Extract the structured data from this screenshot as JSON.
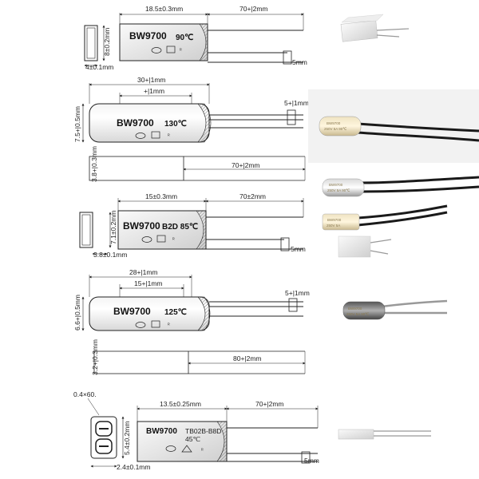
{
  "diagrams": [
    {
      "model": "BW9700",
      "temp": "90℃",
      "dims": {
        "body_len": "18.5±0.3mm",
        "lead_len": "70+|2mm",
        "height": "8±0.2mm",
        "thickness": "4±0.1mm",
        "lead_w": "5mm"
      }
    },
    {
      "model": "BW9700",
      "temp": "130℃",
      "dims": {
        "total_len": "30+|1mm",
        "inner_len": "+|1mm",
        "height": "7.5+|0.5mm",
        "lead_pitch": "5+|1mm",
        "lead_len": "70+|2mm",
        "thickness": "3.8+|0.3mm"
      }
    },
    {
      "model": "BW9700",
      "temp": "B2D 85℃",
      "dims": {
        "body_len": "15±0.3mm",
        "lead_len": "70±2mm",
        "height": "7.1±0.2mm",
        "thickness": "3.8±0.1mm",
        "lead_w": "5mm"
      }
    },
    {
      "model": "BW9700",
      "temp": "125℃",
      "dims": {
        "total_len": "28+|1mm",
        "inner_len": "15+|1mm",
        "height": "6.6+|0.5mm",
        "lead_pitch": "5+|1mm",
        "lead_len": "80+|2mm",
        "thickness": "3.2+|0.3mm"
      }
    },
    {
      "model": "BW9700",
      "part": "TB02B-B8D",
      "temp": "45℃",
      "dims": {
        "pin": "0.4×60.",
        "body_len": "13.5±0.25mm",
        "lead_len": "70+|2mm",
        "height": "5.4±0.2mm",
        "thickness": "2.4±0.1mm",
        "lead_w": "5mm"
      }
    }
  ],
  "photos": [
    {
      "label1": "BW9700",
      "label2": "250V 5A 90℃"
    },
    {
      "label1": "BW9700",
      "label2": "250V 5A 90℃"
    },
    {
      "label1": "BW9700",
      "label2": "250V 5A"
    },
    {
      "label1": "BW9700",
      "label2": "250V 5A 90℃"
    }
  ]
}
